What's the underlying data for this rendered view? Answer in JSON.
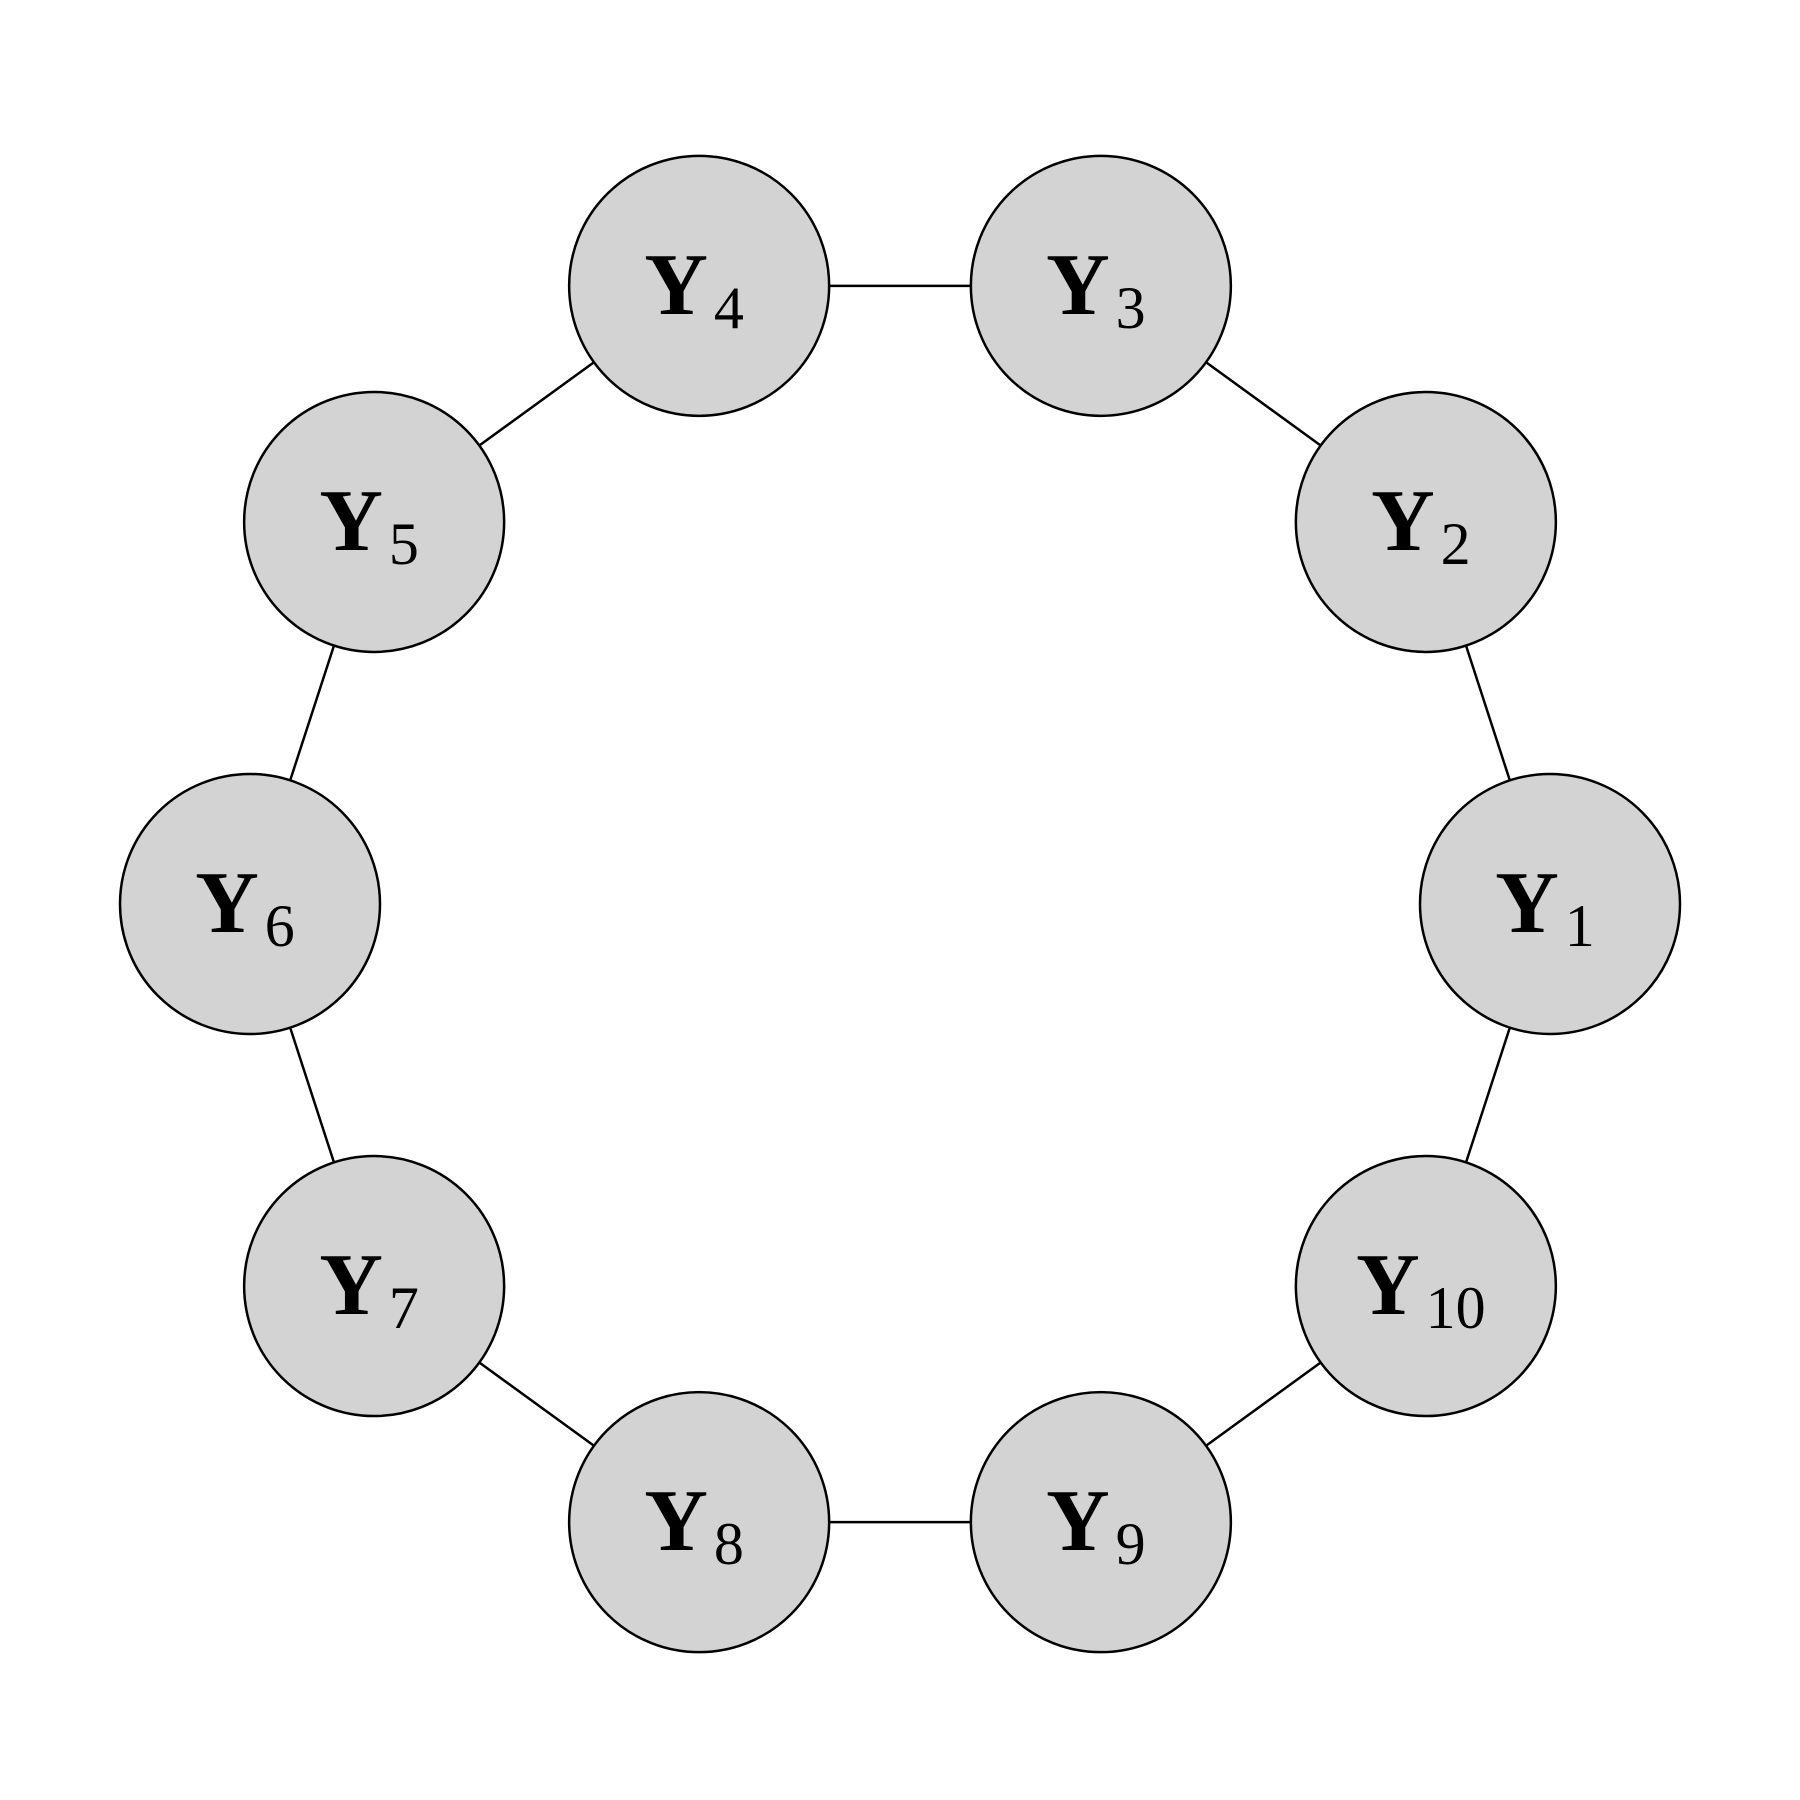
{
  "diagram": {
    "colors": {
      "node_fill": "#d3d3d3",
      "node_stroke": "#000000",
      "edge_stroke": "#000000",
      "text": "#000000"
    },
    "nodes": [
      {
        "id": "Y1",
        "main": "Y",
        "sub": "1"
      },
      {
        "id": "Y2",
        "main": "Y",
        "sub": "2"
      },
      {
        "id": "Y3",
        "main": "Y",
        "sub": "3"
      },
      {
        "id": "Y4",
        "main": "Y",
        "sub": "4"
      },
      {
        "id": "Y5",
        "main": "Y",
        "sub": "5"
      },
      {
        "id": "Y6",
        "main": "Y",
        "sub": "6"
      },
      {
        "id": "Y7",
        "main": "Y",
        "sub": "7"
      },
      {
        "id": "Y8",
        "main": "Y",
        "sub": "8"
      },
      {
        "id": "Y9",
        "main": "Y",
        "sub": "9"
      },
      {
        "id": "Y10",
        "main": "Y",
        "sub": "10"
      }
    ],
    "edges": [
      [
        "Y1",
        "Y2"
      ],
      [
        "Y2",
        "Y3"
      ],
      [
        "Y3",
        "Y4"
      ],
      [
        "Y4",
        "Y5"
      ],
      [
        "Y5",
        "Y6"
      ],
      [
        "Y6",
        "Y7"
      ],
      [
        "Y7",
        "Y8"
      ],
      [
        "Y8",
        "Y9"
      ],
      [
        "Y9",
        "Y10"
      ],
      [
        "Y10",
        "Y1"
      ]
    ]
  }
}
